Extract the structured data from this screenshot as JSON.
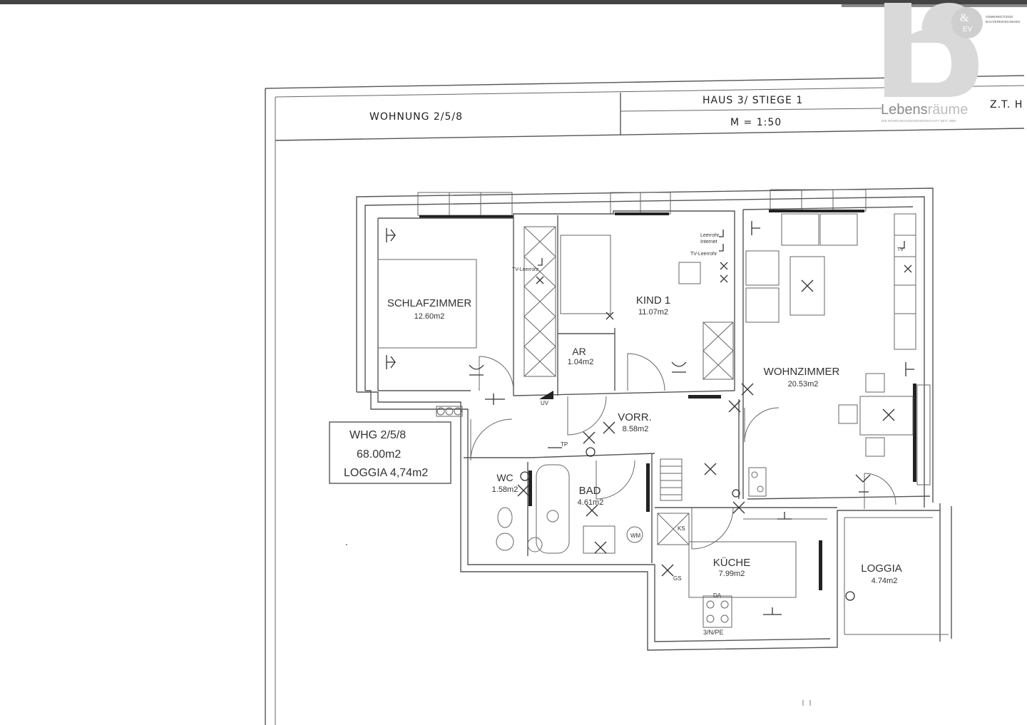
{
  "header": {
    "unit_label": "WOHNUNG 2/5/8",
    "house_label": "HAUS 3/ STIEGE 1",
    "scale_label": "M = 1:50",
    "corner_label": "Z.T. H"
  },
  "logo": {
    "brand_strong": "Lebens",
    "brand_light": "räume",
    "tagline": "DIE WOHNUNGSGENOSSENSCHAFT SEIT 1909",
    "corner_line1": "GEMEINNÜTZIGE",
    "corner_line2": "BAUVEREINIGUNGEN",
    "ampersand": "&",
    "ev": "EV",
    "brand_color": "#d9d9d9"
  },
  "summary": {
    "unit": "WHG 2/5/8",
    "area": "68.00m2",
    "loggia": "LOGGIA 4,74m2"
  },
  "rooms": [
    {
      "id": "schlafzimmer",
      "name": "SCHLAFZIMMER",
      "area": "12.60m2"
    },
    {
      "id": "kind",
      "name": "KIND 1",
      "area": "11.07m2"
    },
    {
      "id": "ar",
      "name": "AR",
      "area": "1.04m2"
    },
    {
      "id": "wohnzimmer",
      "name": "WOHNZIMMER",
      "area": "20.53m2"
    },
    {
      "id": "vorr",
      "name": "VORR.",
      "area": "8.58m2"
    },
    {
      "id": "wc",
      "name": "WC",
      "area": "1.58m2"
    },
    {
      "id": "bad",
      "name": "BAD",
      "area": "4.61m2"
    },
    {
      "id": "kueche",
      "name": "KÜCHE",
      "area": "7.99m2"
    },
    {
      "id": "loggia",
      "name": "LOGGIA",
      "area": "4.74m2"
    }
  ],
  "annotations": {
    "tv_leerrohr_1": "TV-Leerrohr",
    "tv_leerrohr_2": "TV-Leerrohr",
    "leerrohr_internet_1": "Leerrohr",
    "leerrohr_internet_2": "Internet",
    "tv": "TV",
    "uv": "UV",
    "tp": "TP",
    "ks": "KS",
    "gs": "GS",
    "wm": "WM",
    "da": "DA",
    "power": "3/N/PE"
  }
}
